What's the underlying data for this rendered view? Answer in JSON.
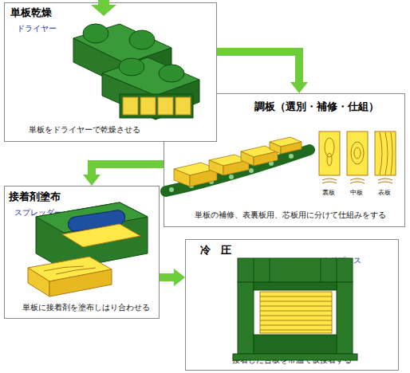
{
  "diagram": {
    "nodes": [
      {
        "text": [
          "単板乾燥",
          "ドライヤー",
          "単板をドライヤーで乾燥させる"
        ]
      },
      {
        "text": [
          "調板（選別・補修・仕組）",
          "単板の補修、表裏板用、芯板用に分けて仕組みをする"
        ]
      },
      {
        "text": [
          "接着剤塗布",
          "スプレッダー",
          "単板に接着剤を塗布しはり合わせる"
        ]
      },
      {
        "text": [
          "冷　圧",
          "コールドプレス",
          "接着した合板を常温で仮接着する"
        ]
      }
    ],
    "edges": [
      {
        "from": 0,
        "to": 1,
        "arrow": "to"
      },
      {
        "from": 1,
        "to": 2,
        "arrow": "to"
      },
      {
        "from": 2,
        "to": 3,
        "arrow": "to"
      }
    ],
    "labels": [
      "裏板",
      "中板",
      "表板"
    ]
  }
}
